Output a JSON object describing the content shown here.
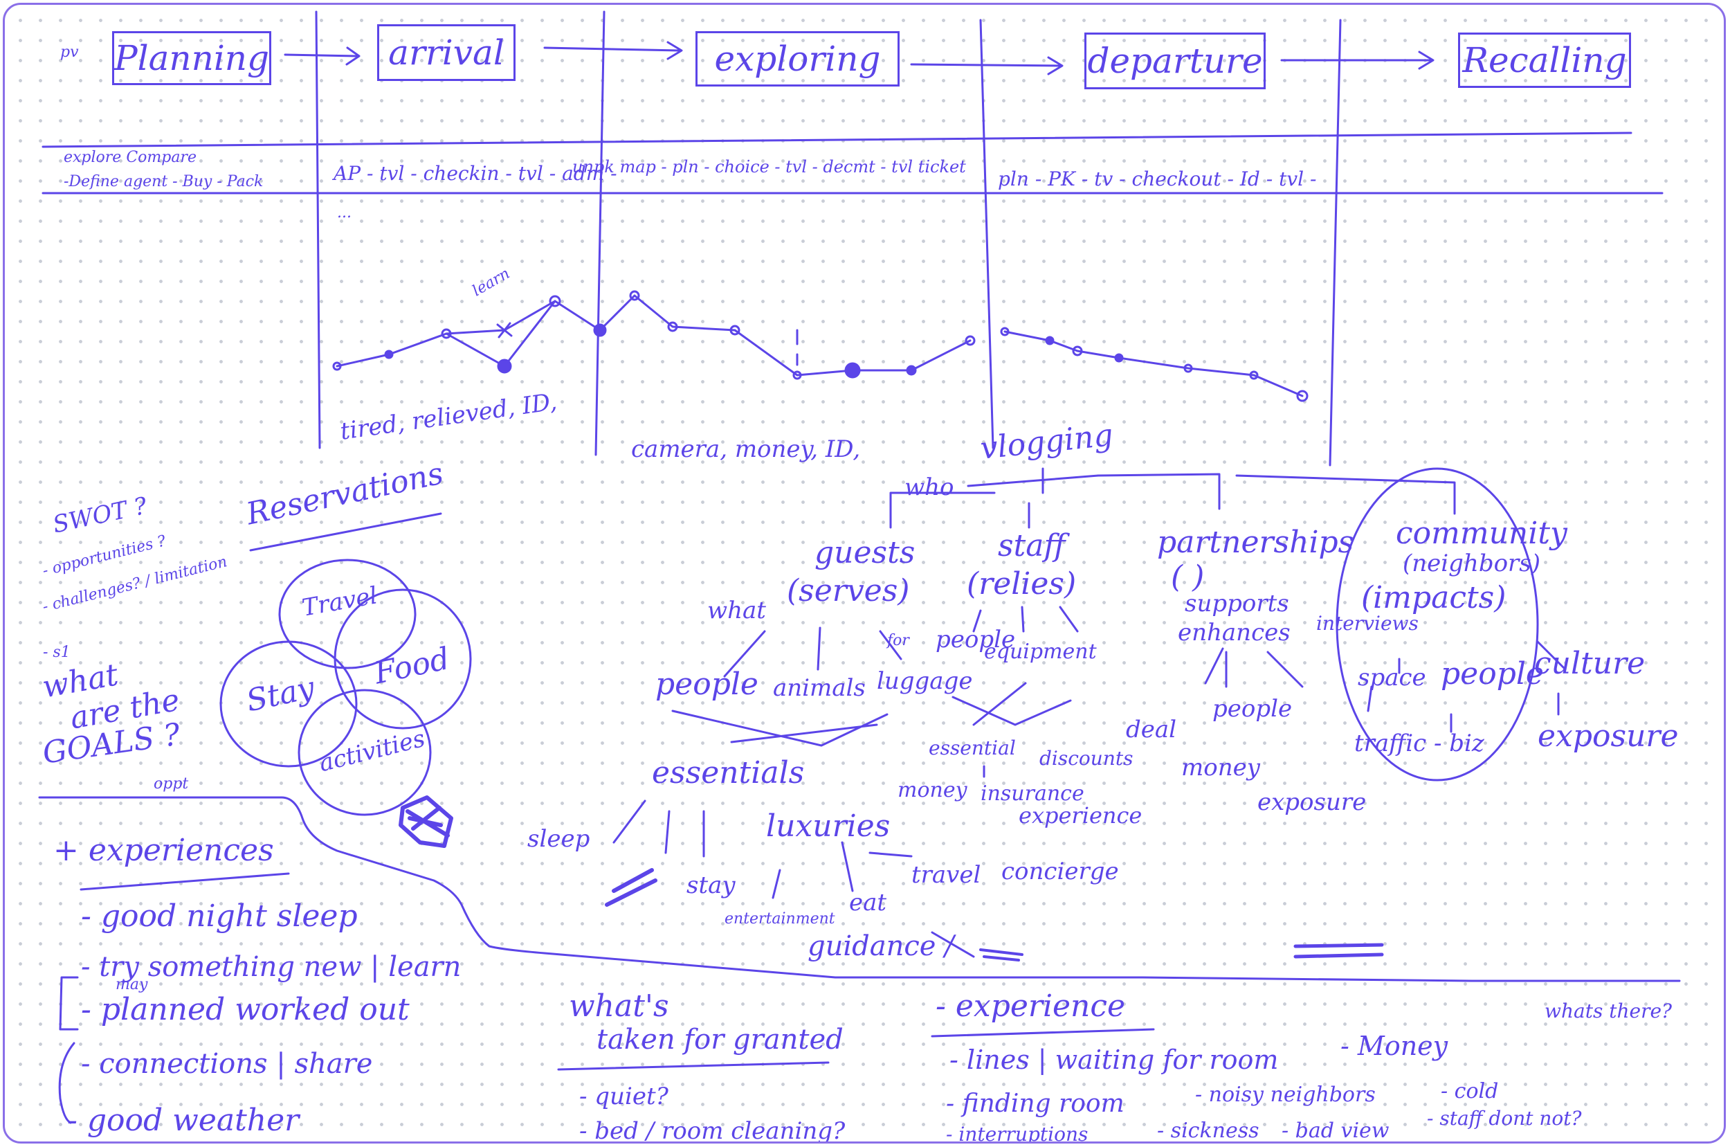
{
  "stages": [
    "Planning",
    "arrival",
    "exploring",
    "departure",
    "Recalling"
  ],
  "margin_mark": "pv",
  "actions": {
    "planning_top": "explore Compare",
    "planning_bottom": "-Define agent - Buy - Pack",
    "arrival": "AP - tvl - checkin - tvl - adm -",
    "exploring": "unpk map - pln - choice - tvl - decmt - tvl ticket",
    "departure": "pln - PK - tv - checkout - Id - tvl -"
  },
  "ellipsis": "...",
  "curve_label": "learn",
  "notes": {
    "arrival": "tired, relieved, ID,",
    "exploring": "camera, money, ID,"
  },
  "swot": {
    "title": "SWOT ?",
    "items": [
      "- opportunities ?",
      "- challenges? / limitation",
      "- s1"
    ],
    "goals": [
      "what",
      "are the",
      "GOALS ?"
    ],
    "oppt": "oppt"
  },
  "reservations": {
    "title": "Reservations",
    "circles": [
      "Travel",
      "Stay",
      "Food",
      "activities"
    ]
  },
  "tree": {
    "root": "vlogging",
    "who": "who",
    "guests": "guests",
    "serves": "(serves)",
    "what": "what",
    "children": [
      "people",
      "animals",
      "luggage"
    ],
    "for": "for",
    "essentials": "essentials",
    "sleep": "sleep",
    "stay": "stay",
    "luxuries": "luxuries",
    "entertainment": "entertainment",
    "eat": "eat",
    "guidance": "guidance /",
    "travel": "travel",
    "concierge": "concierge",
    "staff": "staff",
    "relies": "(relies)",
    "staff_children": [
      "people",
      "equipment"
    ],
    "staff_outcomes": [
      "essential",
      "discounts",
      "money",
      "insurance",
      "experience"
    ],
    "partnerships": "partnerships",
    "partner_sub": "(   )",
    "supports": "supports",
    "enhances": "enhances",
    "partner_children": [
      "deal",
      "people"
    ],
    "money": "money",
    "exposure": "exposure",
    "community": "community",
    "neighbors": "(neighbors)",
    "impacts": "(impacts)",
    "interviews": "interviews",
    "community_children": [
      "space",
      "people",
      "culture"
    ],
    "traffic": "traffic - biz",
    "exposure2": "exposure"
  },
  "experiences": {
    "title": "+ experiences",
    "items": [
      "- good night sleep",
      "- try something new | learn",
      "- planned worked out",
      "- connections | share",
      "- good weather"
    ],
    "note": "may"
  },
  "granted": {
    "title": [
      "what's",
      "taken for granted"
    ],
    "items": [
      "- quiet?",
      "- bed / room cleaning?"
    ]
  },
  "experience_neg": {
    "title": "- experience",
    "items": [
      "- lines | waiting for room",
      "- Money",
      "- finding room",
      "- noisy neighbors",
      "- cold",
      "- interruptions",
      "- sickness",
      "- bad view",
      "- staff dont not?"
    ],
    "whats_there": "whats there?"
  }
}
